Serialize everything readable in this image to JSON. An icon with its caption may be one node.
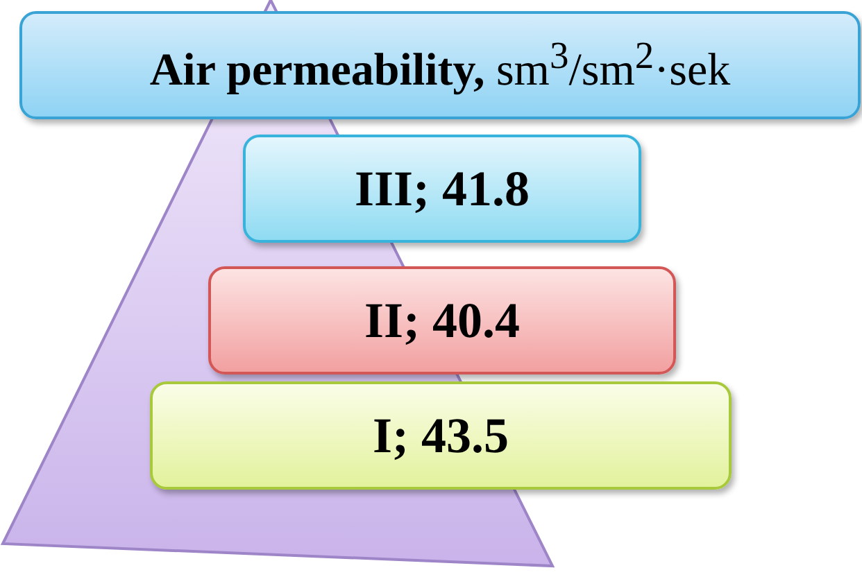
{
  "diagram": {
    "nodes": [
      {
        "text": [
          "**Air permeability,** sm$^{3}$/sm$^{2}$·sek"
        ]
      },
      {
        "text": [
          "III; 41.8"
        ]
      },
      {
        "text": [
          "II; 40.4"
        ]
      },
      {
        "text": [
          "I; 43.5"
        ]
      }
    ]
  }
}
